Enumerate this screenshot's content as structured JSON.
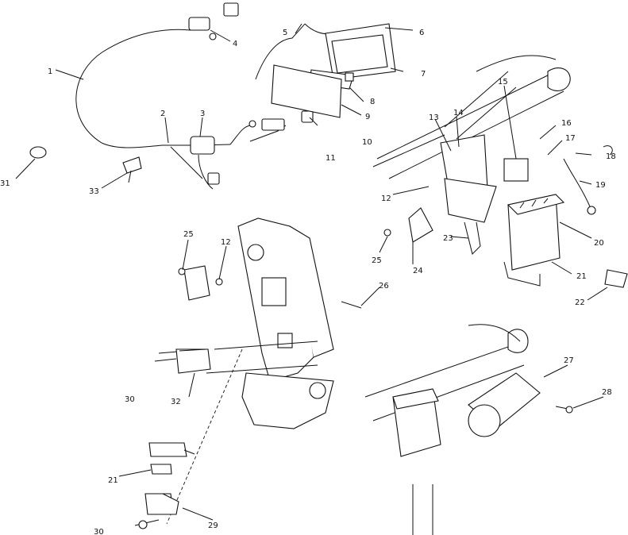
{
  "callouts": {
    "c1": "1",
    "c2": "2",
    "c3": "3",
    "c4": "4",
    "c5": "5",
    "c6": "6",
    "c7": "7",
    "c8": "8",
    "c9": "9",
    "c10": "10",
    "c11": "11",
    "c12a": "12",
    "c12b": "12",
    "c13": "13",
    "c14": "14",
    "c15": "15",
    "c16": "16",
    "c17": "17",
    "c18": "18",
    "c19": "19",
    "c20": "20",
    "c21a": "21",
    "c21b": "21",
    "c22": "22",
    "c23": "23",
    "c24": "24",
    "c25a": "25",
    "c25b": "25",
    "c26": "26",
    "c27": "27",
    "c28": "28",
    "c29": "29",
    "c30a": "30",
    "c30b": "30",
    "c31": "31",
    "c32": "32",
    "c33": "33"
  },
  "colors": {
    "line": "#111111",
    "background": "#ffffff"
  }
}
